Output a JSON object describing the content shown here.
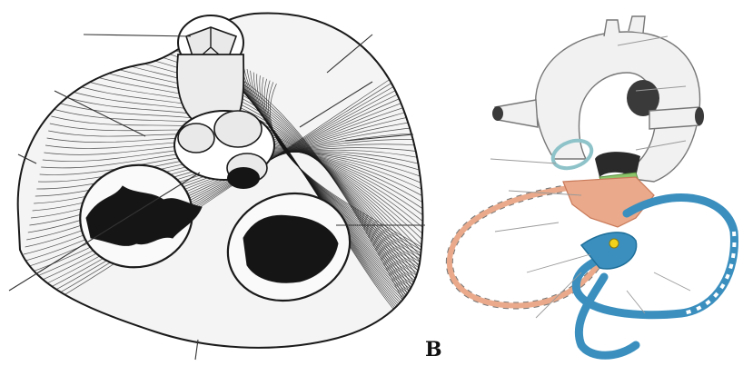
{
  "figure": {
    "panel_b_label": "B"
  },
  "colors": {
    "fibers": "#1a1a1a",
    "heart_fill": "#f4f4f4",
    "opening_dark": "#151515",
    "leader_line": "#333333",
    "aorta_fill": "#f1f1f1",
    "right_ring": "#3a8fbf",
    "right_ring_dark": "#1f6f99",
    "left_ring": "#e9a98a",
    "left_ring_dark": "#c97a5a",
    "trigone_green": "#8cc56a",
    "pulmonary_ring": "#8ec3c9",
    "node_yellow": "#f2d21b",
    "ring_outline": "#777777"
  },
  "icons": {
    "panel_a": "heart-base-engraving",
    "panel_b": "cardiac-skeleton-illustration"
  }
}
